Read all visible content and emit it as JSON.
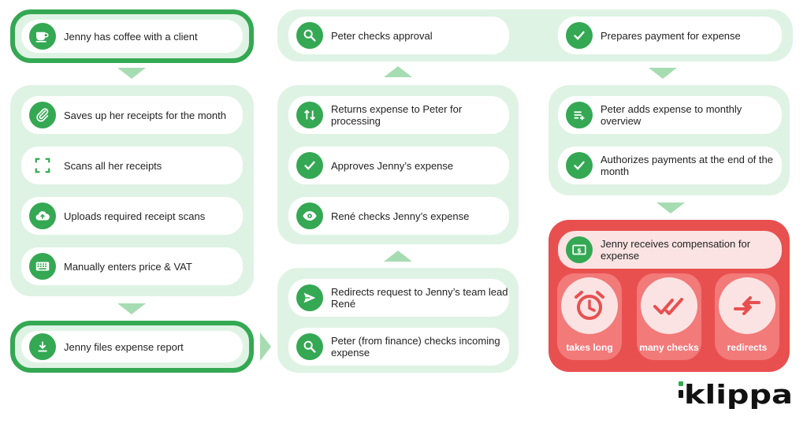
{
  "steps": {
    "coffee": "Jenny has coffee with a client",
    "saves": "Saves up her receipts for the month",
    "scans": "Scans all her receipts",
    "uploads": "Uploads required receipt scans",
    "enters": "Manually enters price & VAT",
    "files": "Jenny files expense report",
    "checks_incoming": "Peter (from finance) checks incoming expense",
    "redirects_request": "Redirects request to Jenny’s team lead René",
    "rene_checks": "René checks Jenny’s expense",
    "approves": "Approves Jenny’s expense",
    "returns": "Returns expense to Peter for processing",
    "checks_approval": "Peter checks approval",
    "prepares": "Prepares payment for expense",
    "adds_overview": "Peter adds expense to monthly overview",
    "authorizes": "Authorizes payments at the end of the month",
    "receives": "Jenny receives compensation for expense"
  },
  "tiles": {
    "takes_long": "takes long",
    "many_checks": "many checks",
    "redirects": "redirects"
  },
  "logo": {
    "text": "klippa"
  },
  "colors": {
    "accent": "#34a853",
    "panel": "#dff3e4",
    "arrow": "#a6dcb1",
    "alert": "#e8504f",
    "alert_tile": "#f27a79"
  }
}
